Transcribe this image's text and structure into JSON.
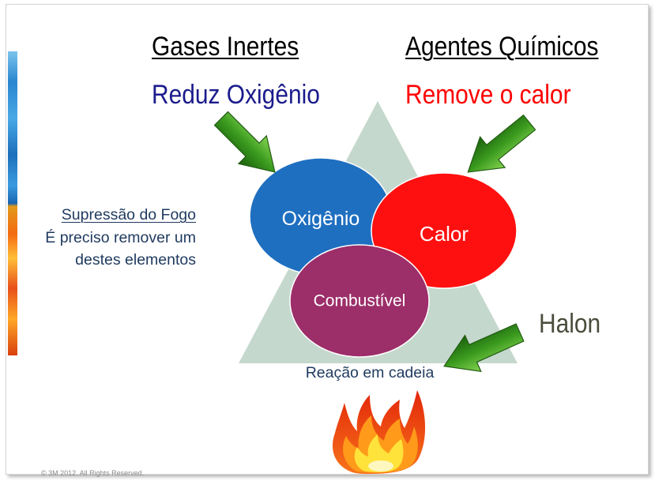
{
  "slide": {
    "headings": {
      "left": "Gases Inertes",
      "right": "Agentes Químicos"
    },
    "subheadings": {
      "left": "Reduz Oxigênio",
      "right": "Remove o calor"
    },
    "side_note": {
      "title": "Supressão do Fogo",
      "lines": [
        "É preciso remover um",
        "destes elementos"
      ]
    },
    "halon_label": "Halon",
    "chain_reaction_label": "Reação em cadeia",
    "footer": "© 3M 2012. All Rights Reserved."
  },
  "diagram": {
    "elements": [
      {
        "label": "Oxigênio",
        "color": "#1f6fc0"
      },
      {
        "label": "Calor",
        "color": "#ff1010"
      },
      {
        "label": "Combustível",
        "color": "#9c2e69"
      }
    ],
    "triangle_color": "#c5d8cd"
  },
  "colors": {
    "heading": "#000000",
    "reduces_oxygen": "#1b1b8c",
    "removes_heat": "#ff0000",
    "halon": "#4a4d3c",
    "note_text": "#1f3a5f",
    "arrow": "#3a9a1e"
  },
  "icons": {
    "arrows": [
      "arrow-down-right-icon",
      "arrow-down-left-icon",
      "arrow-left-icon"
    ],
    "fire": "fire-icon"
  }
}
